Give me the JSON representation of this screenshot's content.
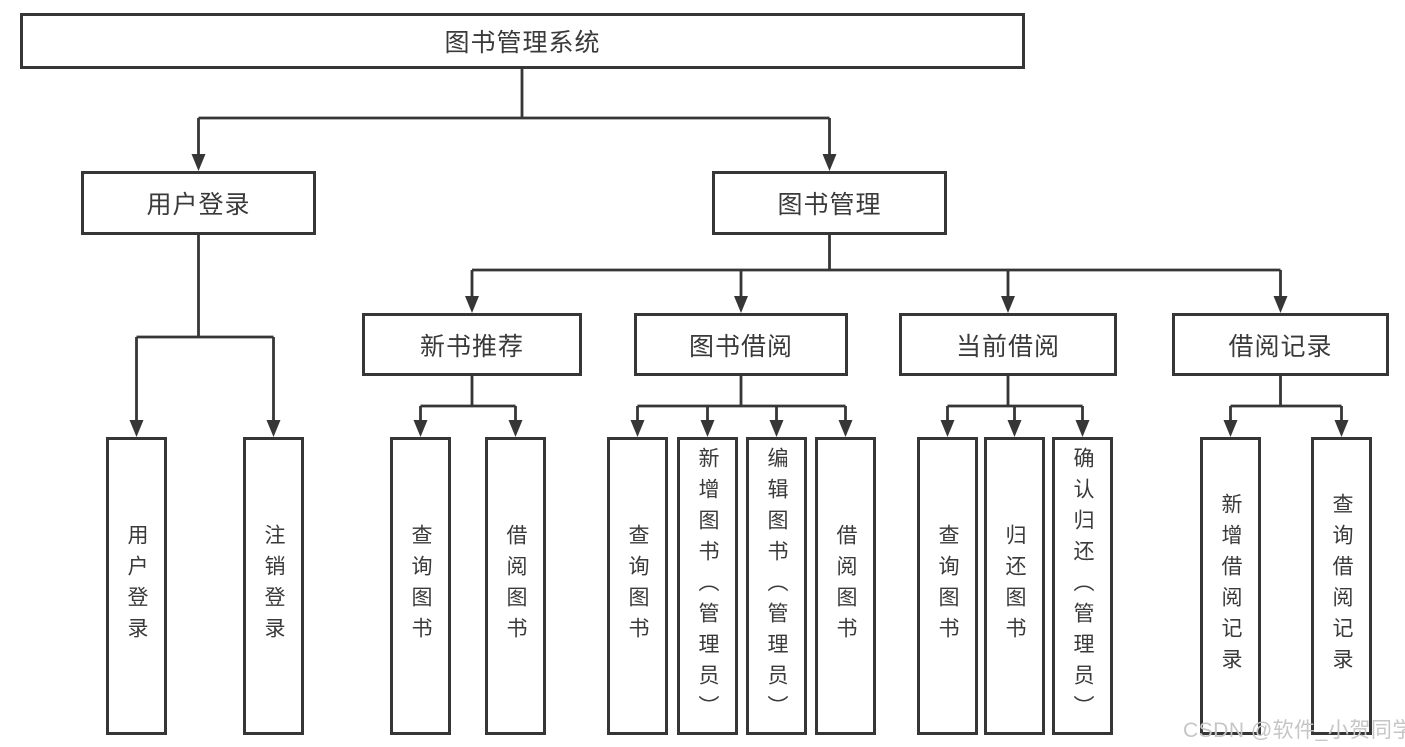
{
  "diagram_title": "图书管理系统",
  "nodes": {
    "root": {
      "label": "图书管理系统"
    },
    "level2": [
      {
        "id": "user-login",
        "label": "用户登录",
        "parent": "图书管理系统"
      },
      {
        "id": "book-management",
        "label": "图书管理",
        "parent": "图书管理系统"
      }
    ],
    "level3": [
      {
        "id": "new-book-recommendation",
        "label": "新书推荐",
        "parent": "图书管理"
      },
      {
        "id": "book-borrowing",
        "label": "图书借阅",
        "parent": "图书管理"
      },
      {
        "id": "current-borrowing",
        "label": "当前借阅",
        "parent": "图书管理"
      },
      {
        "id": "borrowing-records",
        "label": "借阅记录",
        "parent": "图书管理"
      }
    ],
    "leaves": [
      {
        "id": "leaf-user-login",
        "label": "用户登录",
        "parent": "用户登录"
      },
      {
        "id": "leaf-logout",
        "label": "注销登录",
        "parent": "用户登录"
      },
      {
        "id": "leaf-query-books-1",
        "label": "查询图书",
        "parent": "新书推荐"
      },
      {
        "id": "leaf-borrow-books-1",
        "label": "借阅图书",
        "parent": "新书推荐"
      },
      {
        "id": "leaf-query-books-2",
        "label": "查询图书",
        "parent": "图书借阅"
      },
      {
        "id": "leaf-add-books-admin",
        "label": "新增图书（管理员）",
        "parent": "图书借阅"
      },
      {
        "id": "leaf-edit-books-admin",
        "label": "编辑图书（管理员）",
        "parent": "图书借阅"
      },
      {
        "id": "leaf-borrow-books-2",
        "label": "借阅图书",
        "parent": "图书借阅"
      },
      {
        "id": "leaf-query-books-3",
        "label": "查询图书",
        "parent": "当前借阅"
      },
      {
        "id": "leaf-return-books",
        "label": "归还图书",
        "parent": "当前借阅"
      },
      {
        "id": "leaf-confirm-return-admin",
        "label": "确认归还（管理员）",
        "parent": "当前借阅"
      },
      {
        "id": "leaf-add-borrow-record",
        "label": "新增借阅记录",
        "parent": "借阅记录"
      },
      {
        "id": "leaf-query-borrow-record",
        "label": "查询借阅记录",
        "parent": "借阅记录"
      }
    ]
  },
  "watermark": {
    "text": "CSDN @软件_小贺同学"
  },
  "colors": {
    "line": "#363636",
    "text": "#3a3a3a",
    "background": "#ffffff",
    "watermark": "#c6c6c6"
  }
}
